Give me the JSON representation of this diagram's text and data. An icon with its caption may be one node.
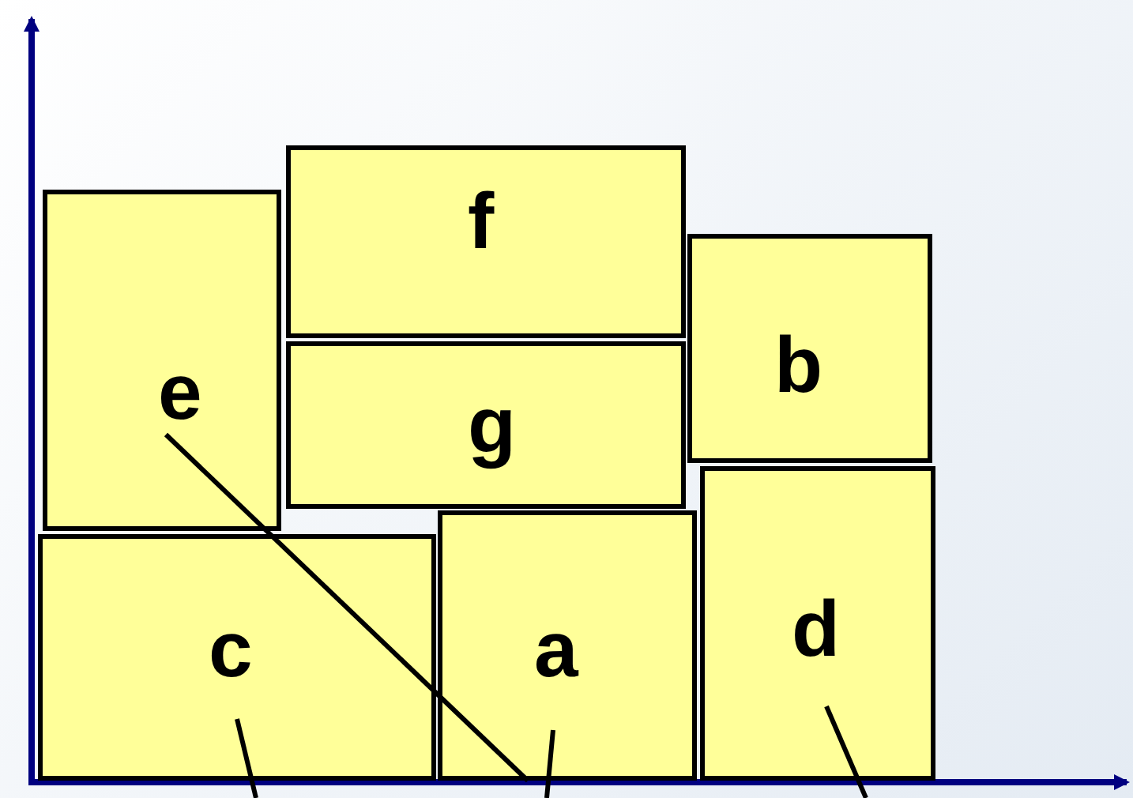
{
  "diagram": {
    "nodes": [
      {
        "text": [
          "e"
        ]
      },
      {
        "text": [
          "f"
        ]
      },
      {
        "text": [
          "g"
        ]
      },
      {
        "text": [
          "b"
        ]
      },
      {
        "text": [
          "c"
        ]
      },
      {
        "text": [
          "a"
        ]
      },
      {
        "text": [
          "d"
        ]
      }
    ],
    "edges": [
      {
        "from": 0,
        "to": 5,
        "arrow": "none"
      },
      {
        "from": 4,
        "to": null,
        "arrow": "none"
      },
      {
        "from": 5,
        "to": null,
        "arrow": "none"
      },
      {
        "from": 6,
        "to": null,
        "arrow": "none"
      }
    ]
  }
}
